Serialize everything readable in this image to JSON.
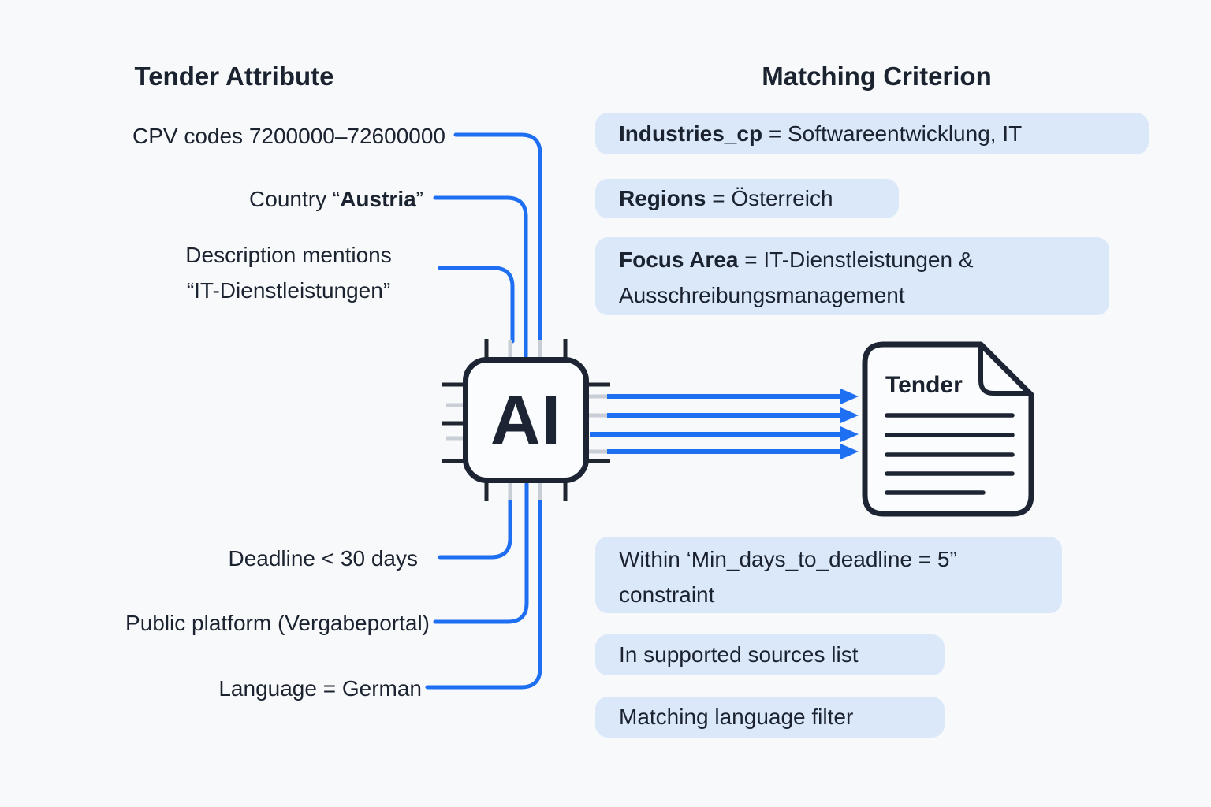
{
  "colors": {
    "accent_blue": "#1e6ff2",
    "pill_background": "#dbe8fa",
    "ink": "#1b2330",
    "pin_gray": "#c9ced6"
  },
  "left_column": {
    "header": "Tender Attribute",
    "cpv": "CPV codes 7200000–72600000",
    "country_prefix": "Country “",
    "country_bold": "Austria",
    "country_suffix": "”",
    "description_line1": "Description mentions",
    "description_line2": "“IT-Dienstleistungen”",
    "deadline": "Deadline < 30 days",
    "platform": "Public platform (Vergabeportal)",
    "language": "Language = German"
  },
  "right_column": {
    "header": "Matching Criterion",
    "industries_key": "Industries_cp",
    "industries_value": " = Softwareentwicklung, IT",
    "regions_key": "Regions",
    "regions_value": " = Österreich",
    "focus_key": "Focus Area",
    "focus_value": " = IT-Dienstleistungen &",
    "focus_line2": "Ausschreibungsmanagement",
    "deadline_line1": "Within ‘Min_days_to_deadline = 5”",
    "deadline_line2": "constraint",
    "sources": "In supported sources list",
    "language_filter": "Matching language filter"
  },
  "center": {
    "chip_label": "AI",
    "document_title": "Tender"
  }
}
